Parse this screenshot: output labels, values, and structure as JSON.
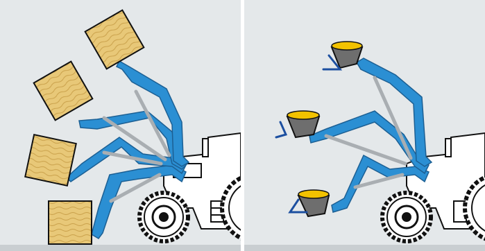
{
  "panels": [
    {
      "id": "left",
      "attachment": "bale-grab",
      "positions": [
        "ground",
        "mid-low",
        "mid-high",
        "top"
      ]
    },
    {
      "id": "right",
      "attachment": "bucket",
      "positions": [
        "low",
        "mid",
        "top"
      ]
    }
  ],
  "colors": {
    "background": "#e4e8ea",
    "divider": "#ffffff",
    "ground": "#c9ced1",
    "arm_blue": "#2b8fd3",
    "arm_dark": "#1c5f93",
    "hydraulic_grey": "#a9aeb2",
    "tractor_white": "#ffffff",
    "outline": "#111111",
    "hay": "#e8c878",
    "hay_dark": "#c9a04a",
    "bucket_grey": "#6e6e6e",
    "bucket_fill": "#f2c200",
    "angle_marker": "#1c4fa0",
    "tyre": "#ffffff"
  }
}
